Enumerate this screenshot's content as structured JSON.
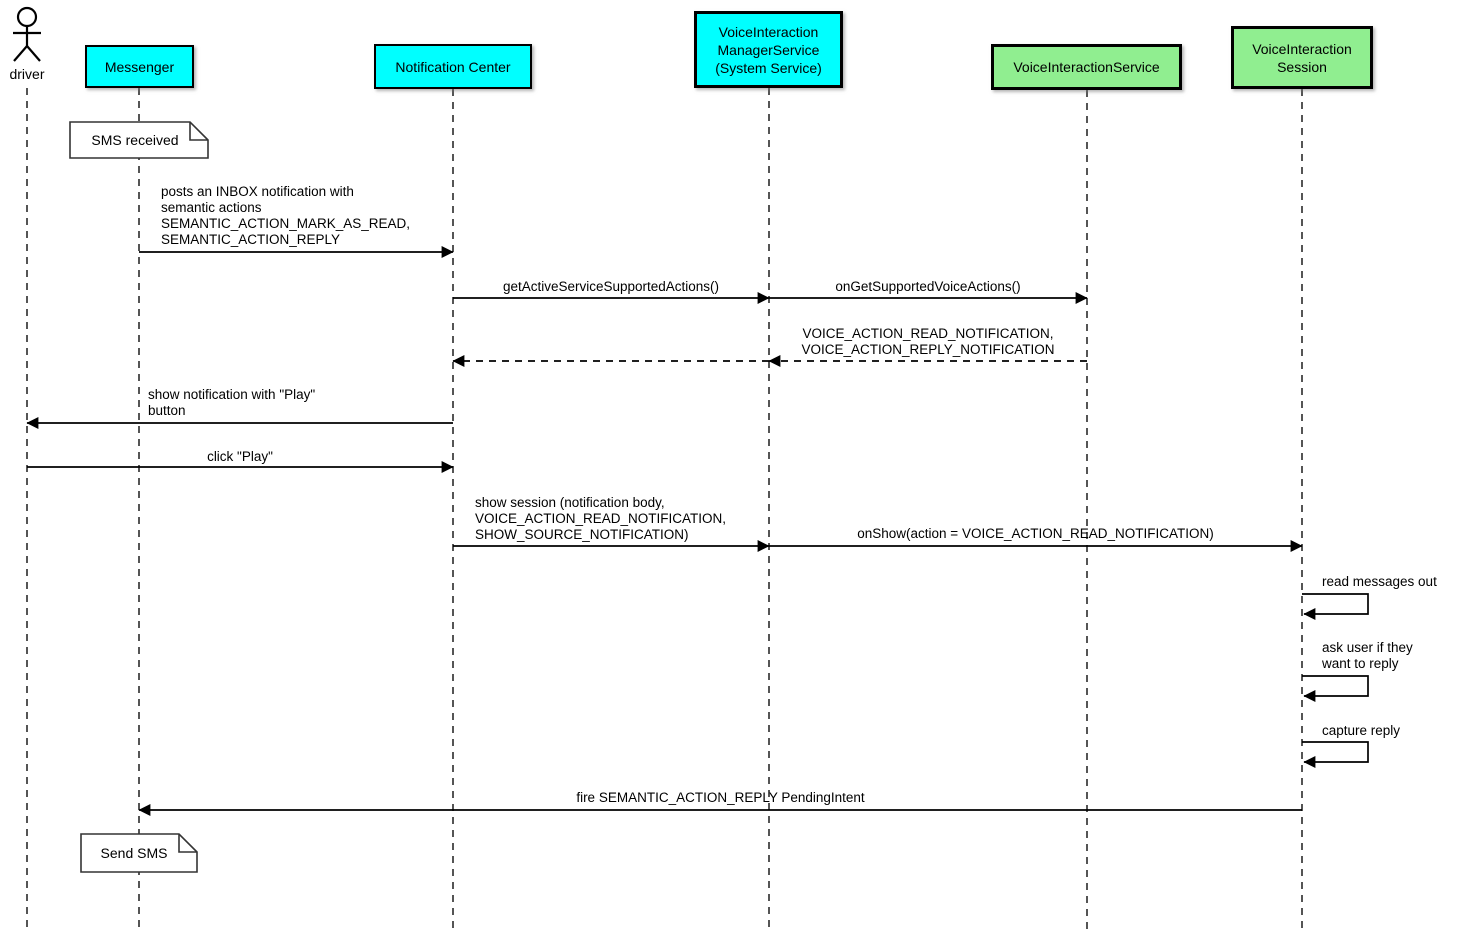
{
  "diagram_title": "",
  "colors": {
    "participant_cyan": "#00ffff",
    "participant_green": "#90ee90",
    "line": "#000000",
    "background": "#ffffff"
  },
  "actor": {
    "label": "driver"
  },
  "participants": [
    {
      "id": "messenger",
      "label": "Messenger",
      "color": "#00ffff"
    },
    {
      "id": "notification-center",
      "label": "Notification Center",
      "color": "#00ffff"
    },
    {
      "id": "voice-interaction-manager-service",
      "label": "VoiceInteraction\nManagerService\n(System Service)",
      "color": "#00ffff"
    },
    {
      "id": "voice-interaction-service",
      "label": "VoiceInteractionService",
      "color": "#90ee90"
    },
    {
      "id": "voice-interaction-session",
      "label": "VoiceInteraction\nSession",
      "color": "#90ee90"
    }
  ],
  "notes": [
    {
      "text": "SMS received",
      "attached_to": "Messenger"
    },
    {
      "text": "Send SMS",
      "attached_to": "Messenger"
    }
  ],
  "messages": [
    {
      "label": "posts an INBOX notification with\nsemantic actions\nSEMANTIC_ACTION_MARK_AS_READ,\nSEMANTIC_ACTION_REPLY",
      "from": "Messenger",
      "to": "Notification Center",
      "style": "solid"
    },
    {
      "label": "getActiveServiceSupportedActions()",
      "from": "Notification Center",
      "to": "VoiceInteractionManagerService",
      "style": "solid"
    },
    {
      "label": "onGetSupportedVoiceActions()",
      "from": "VoiceInteractionManagerService",
      "to": "VoiceInteractionService",
      "style": "solid"
    },
    {
      "label": "VOICE_ACTION_READ_NOTIFICATION,\nVOICE_ACTION_REPLY_NOTIFICATION",
      "from": "VoiceInteractionService",
      "to": "Notification Center",
      "style": "dashed-return"
    },
    {
      "label": "show notification with \"Play\"\nbutton",
      "from": "Notification Center",
      "to": "driver",
      "style": "solid"
    },
    {
      "label": "click \"Play\"",
      "from": "driver",
      "to": "Notification Center",
      "style": "solid"
    },
    {
      "label": "show session (notification body,\nVOICE_ACTION_READ_NOTIFICATION,\nSHOW_SOURCE_NOTIFICATION)",
      "from": "Notification Center",
      "to": "VoiceInteractionManagerService",
      "style": "solid"
    },
    {
      "label": "onShow(action = VOICE_ACTION_READ_NOTIFICATION)",
      "from": "VoiceInteractionManagerService",
      "to": "VoiceInteractionSession",
      "style": "solid"
    },
    {
      "label": "read messages out",
      "from": "VoiceInteractionSession",
      "to": "VoiceInteractionSession",
      "style": "self"
    },
    {
      "label": "ask user if they\nwant to reply",
      "from": "VoiceInteractionSession",
      "to": "VoiceInteractionSession",
      "style": "self"
    },
    {
      "label": "capture reply",
      "from": "VoiceInteractionSession",
      "to": "VoiceInteractionSession",
      "style": "self"
    },
    {
      "label": "fire SEMANTIC_ACTION_REPLY PendingIntent",
      "from": "VoiceInteractionSession",
      "to": "Messenger",
      "style": "solid"
    }
  ]
}
